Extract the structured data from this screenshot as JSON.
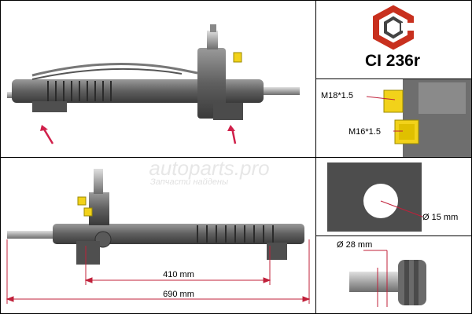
{
  "part_code": "CI 236r",
  "brand_colors": {
    "logo_primary": "#c8301e",
    "logo_secondary": "#444444",
    "arrow": "#d0204a",
    "plug": "#f2d21a"
  },
  "thread_labels": {
    "upper": "M18*1.5",
    "lower": "M16*1.5"
  },
  "dimensions": {
    "hole_diameter": "Ø 15 mm",
    "shaft_diameter": "Ø 28 mm",
    "inner_length": "410 mm",
    "total_length": "690 mm"
  },
  "watermark": {
    "logo_text": "autoparts.pro",
    "tagline": "Запчасти найдены"
  },
  "icons": [
    "hex-logo-icon",
    "arrow-marker-icon"
  ]
}
